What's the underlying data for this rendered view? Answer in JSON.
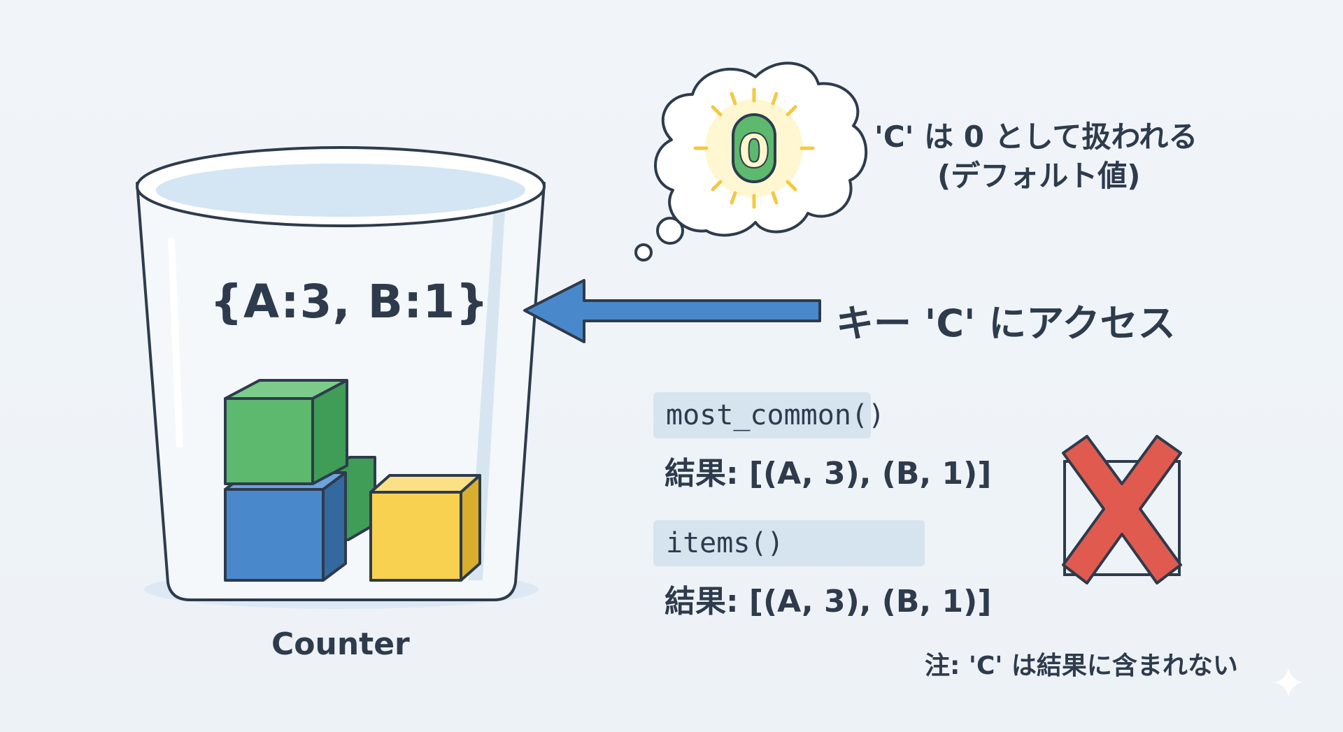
{
  "counter": {
    "dict_text": "{A:3, B:1}",
    "label": "Counter"
  },
  "thought": {
    "value": "0",
    "line1": "'C' は 0 として扱われる",
    "line2": "(デフォルト値)"
  },
  "access": {
    "label": "キー 'C' にアクセス"
  },
  "methods": [
    {
      "name": "most_common()",
      "result": "結果: [(A, 3), (B, 1)]"
    },
    {
      "name": "items()",
      "result": "結果: [(A, 3), (B, 1)]"
    }
  ],
  "note": "注: 'C' は結果に含まれない",
  "colors": {
    "green_block": "#5cb96e",
    "blue_block": "#4a88cc",
    "yellow_block": "#f7d14f",
    "arrow": "#4a88cc",
    "cross": "#e05a4f",
    "chip_bg": "#d6e4f0"
  }
}
